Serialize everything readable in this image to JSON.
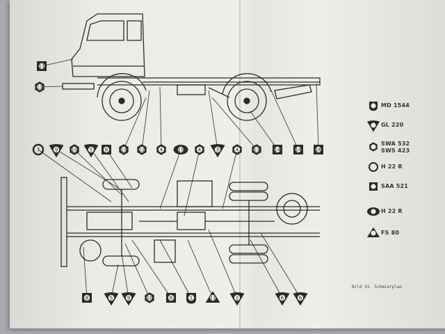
{
  "figure": {
    "caption": "Bild 33. Schmierplan",
    "ink_color": "#2a2a2a",
    "paper_color": "#eceae5"
  },
  "markers_top_left": [
    {
      "number": "11",
      "shape": "square"
    },
    {
      "number": "13",
      "shape": "hexagon"
    }
  ],
  "markers_middle_row": [
    {
      "number": "7",
      "shape": "circle"
    },
    {
      "number": "9",
      "shape": "triangle-down"
    },
    {
      "number": "10",
      "shape": "hexagon"
    },
    {
      "number": "5",
      "shape": "triangle-down"
    },
    {
      "number": "8",
      "shape": "square"
    },
    {
      "number": "13",
      "shape": "hexagon"
    },
    {
      "number": "12",
      "shape": "hexagon"
    },
    {
      "number": "4",
      "shape": "hexagon"
    },
    {
      "number": "15",
      "shape": "oval"
    },
    {
      "number": "4",
      "shape": "hexagon"
    },
    {
      "number": "3",
      "shape": "triangle-down"
    },
    {
      "number": "4",
      "shape": "hexagon"
    },
    {
      "number": "13",
      "shape": "hexagon"
    },
    {
      "number": "14",
      "shape": "square"
    },
    {
      "number": "14",
      "shape": "square"
    },
    {
      "number": "16",
      "shape": "square"
    }
  ],
  "markers_bottom_row": [
    {
      "number": "8",
      "shape": "square"
    },
    {
      "number": "5",
      "shape": "triangle-down"
    },
    {
      "number": "9",
      "shape": "triangle-down"
    },
    {
      "number": "10",
      "shape": "hexagon"
    },
    {
      "number": "8",
      "shape": "square"
    },
    {
      "number": "1",
      "shape": "shield"
    },
    {
      "number": "17",
      "shape": "triangle-up"
    },
    {
      "number": "2",
      "shape": "triangle-down"
    },
    {
      "number": "6",
      "shape": "triangle-down"
    },
    {
      "number": "6",
      "shape": "triangle-down"
    }
  ],
  "legend": [
    {
      "shape": "shield",
      "label": "MD 1544"
    },
    {
      "shape": "triangle-down",
      "label": "GL 220"
    },
    {
      "shape": "hexagon",
      "label": "SWA 532",
      "label2": "SWS 423"
    },
    {
      "shape": "circle",
      "label": "H 22 R"
    },
    {
      "shape": "square",
      "label": "SAA 521"
    },
    {
      "shape": "oval",
      "label": "H 22 R"
    },
    {
      "shape": "triangle-up",
      "label": "FS 80"
    }
  ]
}
